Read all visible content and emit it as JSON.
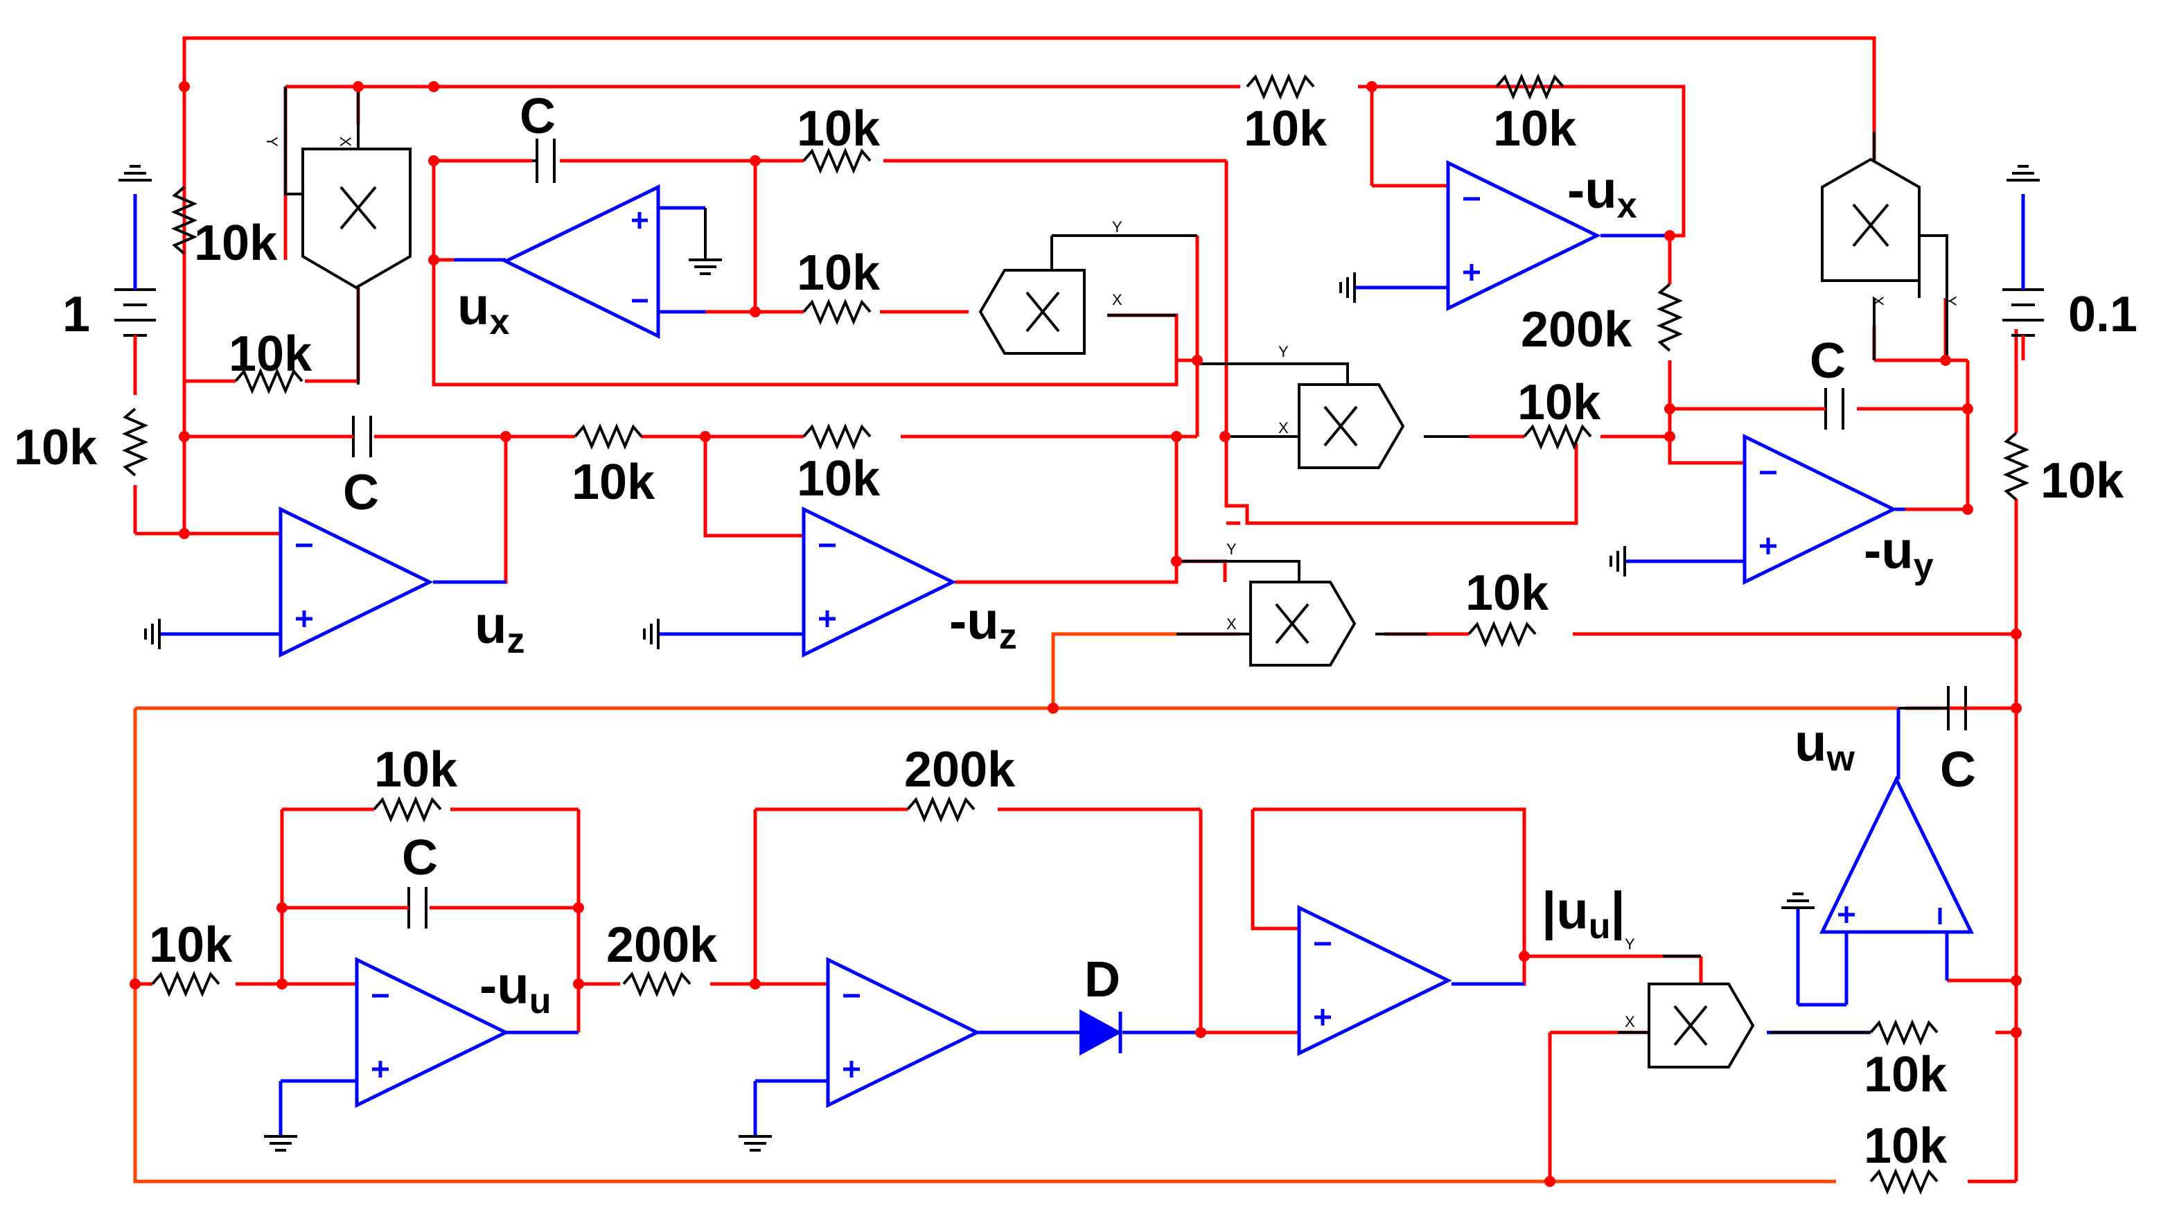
{
  "diagram": {
    "sources": {
      "left_value": "1",
      "right_value": "0.1"
    },
    "resistors": {
      "r_10k": "10k",
      "r_200k": "200k"
    },
    "capacitor": "C",
    "diode": "D",
    "signals": {
      "ux": "u",
      "ux_sub": "x",
      "neg_ux": "-u",
      "neg_ux_sub": "x",
      "uz": "u",
      "uz_sub": "z",
      "neg_uz": "-u",
      "neg_uz_sub": "z",
      "neg_uy": "-u",
      "neg_uy_sub": "y",
      "neg_uu": "-u",
      "neg_uu_sub": "u",
      "abs_uu": "|u",
      "abs_uu_sub": "u",
      "abs_uu_end": "|",
      "uw": "u",
      "uw_sub": "w"
    },
    "multiplier_ports": {
      "x": "X",
      "y": "Y"
    },
    "opamp_signs": {
      "minus": "−",
      "plus": "+"
    },
    "colors": {
      "wire": "#ff0000",
      "opamp": "#0000ff",
      "component": "#000000",
      "node": "#ff0000"
    }
  }
}
